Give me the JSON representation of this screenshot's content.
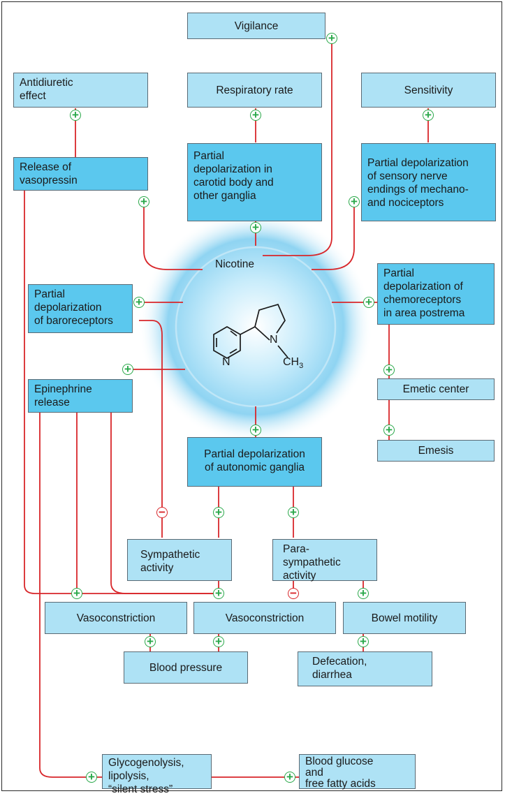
{
  "boxes": {
    "vigilance": "Vigilance",
    "antidiuretic": "Antidiuretic\neffect",
    "respiratory": "Respiratory rate",
    "sensitivity": "Sensitivity",
    "vasopressin": "Release of\nvasopressin",
    "carotid": "Partial\ndepolarization in\ncarotid body and\nother ganglia",
    "sensory": "Partial depolarization\nof sensory nerve\nendings of mechano-\nand nociceptors",
    "baroreceptors": "Partial\ndepolarization\nof baroreceptors",
    "chemoreceptors": "Partial\ndepolarization of\nchemoreceptors\nin area postrema",
    "epinephrine": "Epinephrine\nrelease",
    "emetic_center": "Emetic center",
    "emesis": "Emesis",
    "autonomic": "Partial depolarization\nof autonomic ganglia",
    "sympathetic": "Sympathetic\nactivity",
    "parasympathetic": "Para-\nsympathetic\nactivity",
    "vasoconstriction_left": "Vasoconstriction",
    "vasoconstriction_mid": "Vasoconstriction",
    "bowel": "Bowel motility",
    "blood_pressure": "Blood pressure",
    "defecation": "Defecation,\ndiarrhea",
    "glycogenolysis": "Glycogenolysis,\nlipolysis,\n“silent stress”",
    "blood_glucose": "Blood glucose\nand\nfree fatty acids"
  },
  "center": {
    "label": "Nicotine",
    "atom_n_ring": "N",
    "atom_n_pyrrolidine": "N",
    "methyl": "CH",
    "methyl_subscript": "3"
  },
  "signs": {
    "plus": "+",
    "minus": "−"
  },
  "colors": {
    "light_box": "#aee2f5",
    "dark_box": "#5bc8ee",
    "connector": "#d8262a",
    "plus": "#2aa84a",
    "minus": "#d8262a"
  }
}
